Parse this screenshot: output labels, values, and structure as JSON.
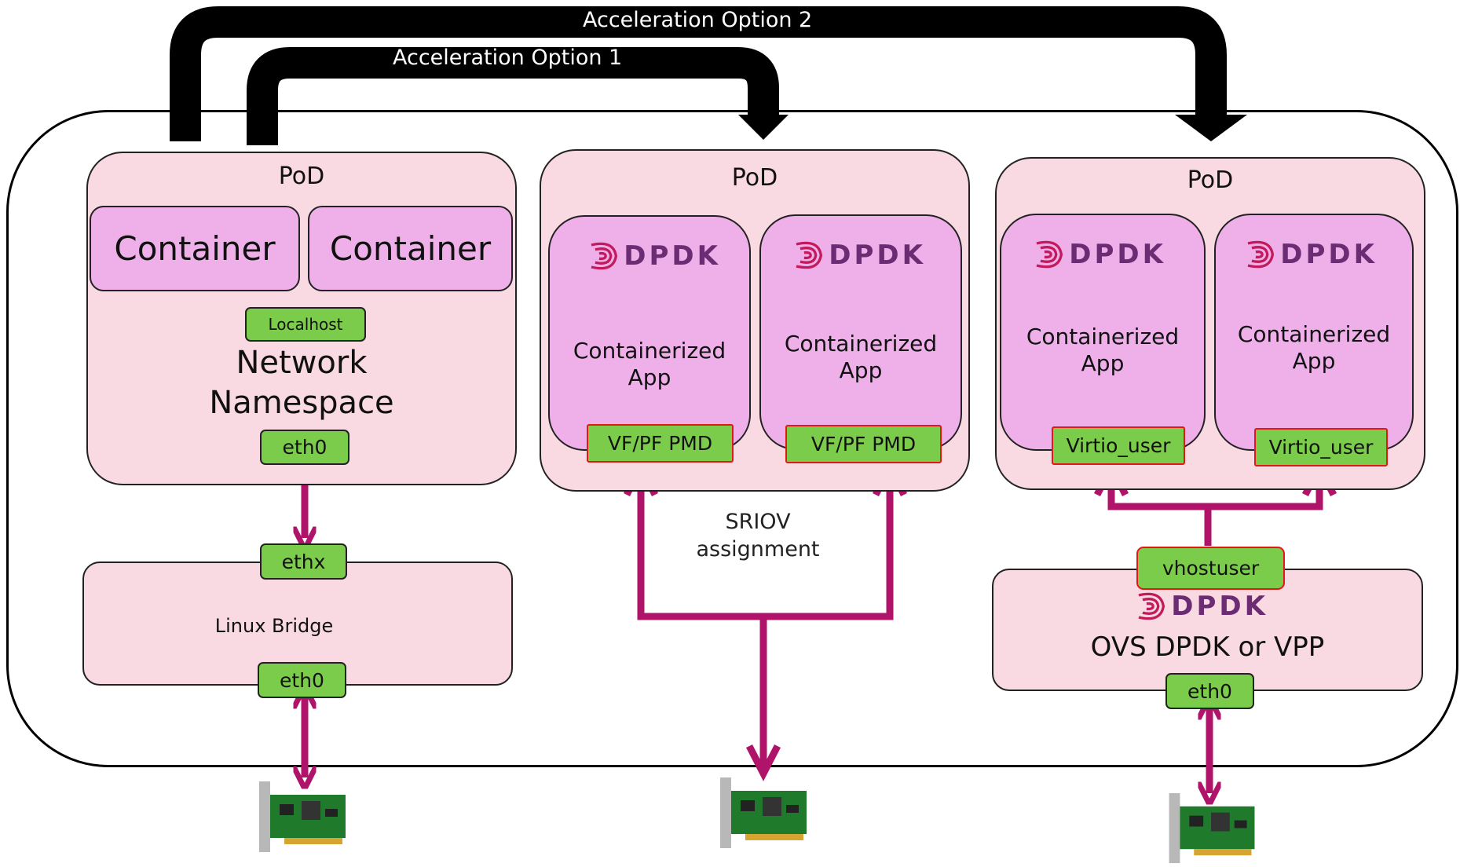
{
  "acceleration": {
    "option2": "Acceleration Option 2",
    "option1": "Acceleration Option 1"
  },
  "pod_label": "PoD",
  "left": {
    "containers": [
      "Container",
      "Container"
    ],
    "localhost": "Localhost",
    "namespace_line1": "Network",
    "namespace_line2": "Namespace",
    "eth0": "eth0",
    "ethx": "ethx",
    "bridge": "Linux Bridge",
    "bridge_eth0": "eth0"
  },
  "middle": {
    "dpdk": "DPDK",
    "app_line1": "Containerized",
    "app_line2": "App",
    "pmd": "VF/PF PMD",
    "sriov_line1": "SRIOV",
    "sriov_line2": "assignment"
  },
  "right": {
    "dpdk": "DPDK",
    "app_line1": "Containerized",
    "app_line2": "App",
    "virtio": "Virtio_user",
    "vhost": "vhostuser",
    "ovs": "OVS DPDK or VPP",
    "eth0": "eth0"
  },
  "colors": {
    "pod": "#f9d9e2",
    "container": "#efb0ea",
    "port": "#7ccc4c",
    "link": "#b0146a",
    "dpdk": "#6b2c73"
  },
  "icons": [
    "dpdk-logo",
    "network-card-icon"
  ]
}
